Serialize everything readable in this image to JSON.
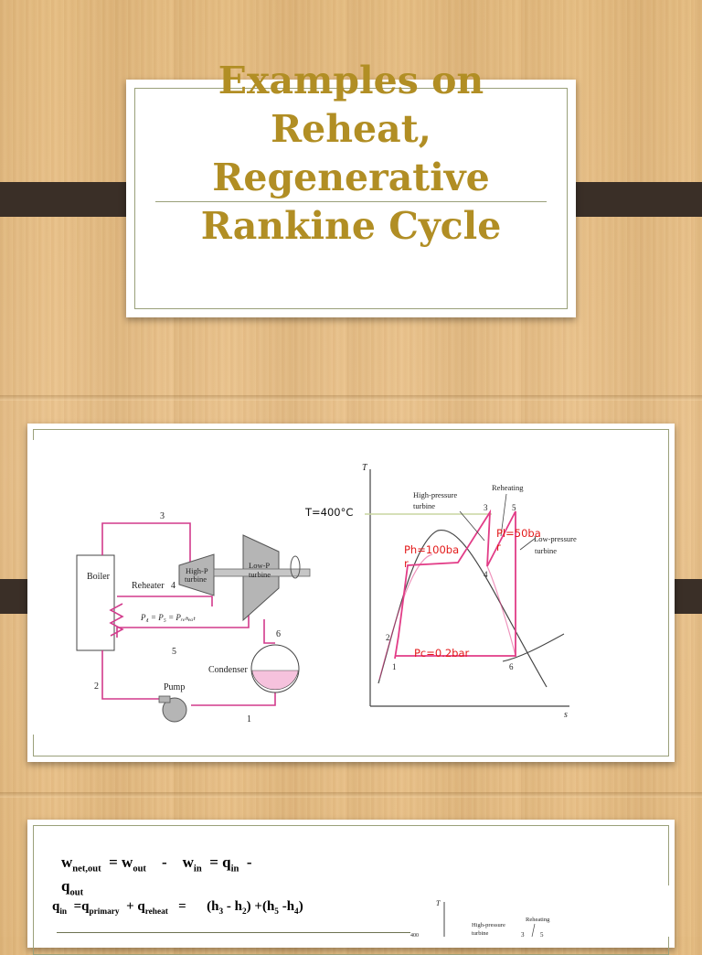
{
  "slide1": {
    "title_lines": [
      "Examples on",
      "Reheat,",
      "Regenerative",
      "Rankine Cycle"
    ]
  },
  "slide2": {
    "schematic": {
      "labels": {
        "boiler": "Boiler",
        "reheater": "Reheater",
        "state4": "4",
        "hp_turbine_1": "High-P",
        "hp_turbine_2": "turbine",
        "lp_turbine_1": "Low-P",
        "lp_turbine_2": "turbine",
        "pressure_eq": "P₄ = P₅ = Pᵣₑₕₑₐₜ",
        "condenser": "Condenser",
        "pump": "Pump",
        "state1": "1",
        "state2": "2",
        "state3": "3",
        "state5": "5",
        "state6": "6"
      }
    },
    "ts_diagram": {
      "axis_t": "T",
      "axis_s": "s",
      "hp_label_1": "High-pressure",
      "hp_label_2": "turbine",
      "reheating": "Reheating",
      "lp_label_1": "Low-pressure",
      "lp_label_2": "turbine",
      "p1": "1",
      "p2": "2",
      "p3": "3",
      "p4": "4",
      "p5": "5",
      "p6": "6",
      "annot_t": "T=400°C",
      "annot_ph_1": "Ph=100ba",
      "annot_ph_2": "r",
      "annot_pl_1": "Pl=50ba",
      "annot_pl_2": "r",
      "annot_pc": "Pc=0.2bar"
    }
  },
  "slide3": {
    "eq1": {
      "w": "w",
      "w_sub": "net,out",
      "eq": "=",
      "wout": "w",
      "wout_sub": "out",
      "minus1": "-",
      "win": "w",
      "win_sub": "in",
      "eq2": "=",
      "qin": "q",
      "qin_sub": "in",
      "minus2": "-",
      "qout": "q",
      "qout_sub": "out"
    },
    "eq2": {
      "q": "q",
      "q_sub": "in",
      "eq": "=q",
      "qp_sub": "primary",
      "plus": "+ q",
      "qr_sub": "reheat",
      "eq2": "=",
      "rhs": "(h",
      "h3": "3",
      "mid1": " - h",
      "h2": "2",
      "mid2": ") +(h",
      "h5": "5",
      "mid3": " -h",
      "h4": "4",
      "end": ")"
    },
    "mini_diagram": {
      "axis_t": "T",
      "hp_label_1": "High-pressure",
      "hp_label_2": "turbine",
      "reheating": "Reheating",
      "p3": "3",
      "p5": "5",
      "cut_label": "400"
    }
  }
}
